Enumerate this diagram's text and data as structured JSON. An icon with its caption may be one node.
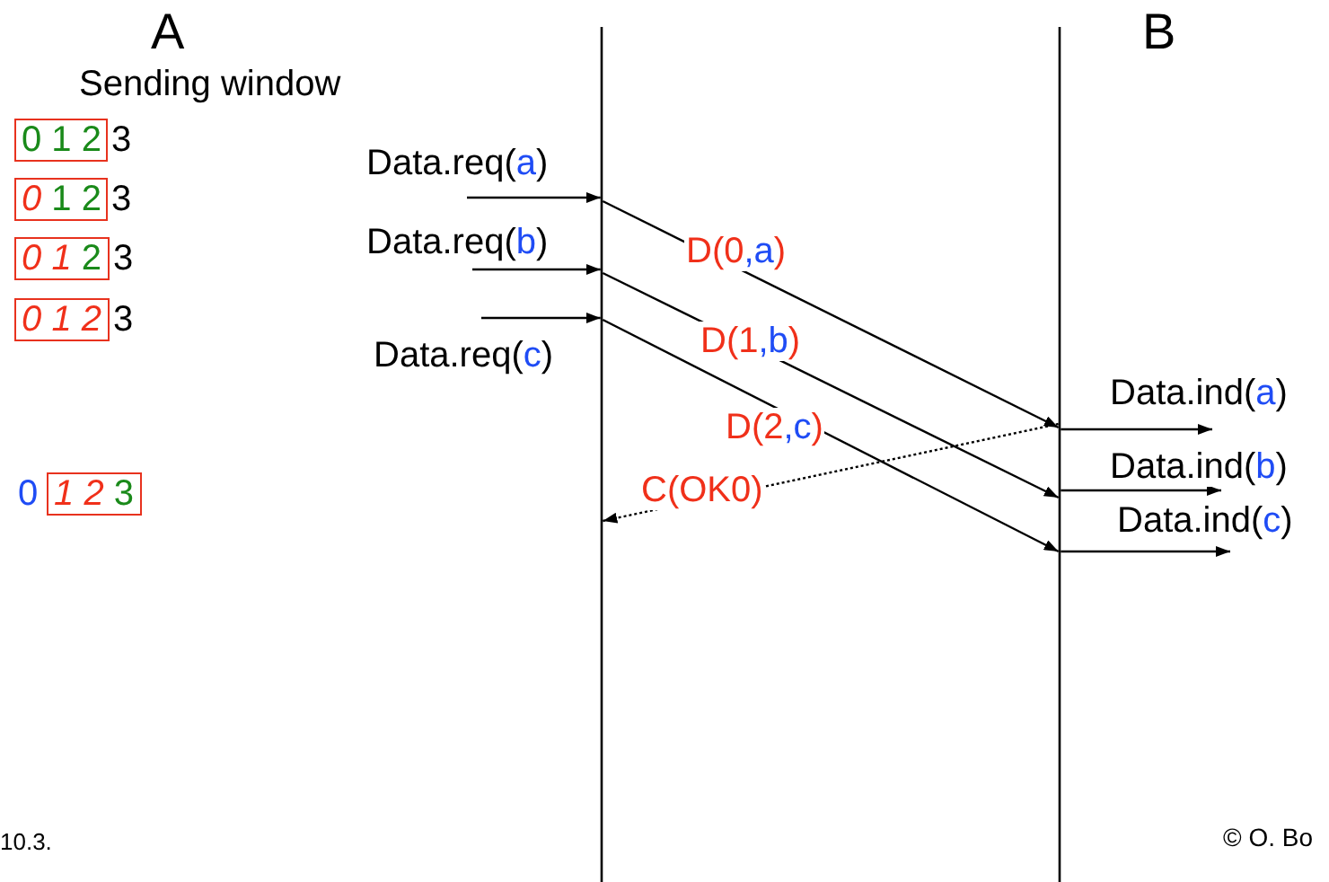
{
  "diagram": {
    "nodes": [
      {
        "text": [],
        "shape": "bar"
      },
      {
        "text": [],
        "shape": "bar"
      },
      {
        "text": [
          "0 1 2"
        ],
        "beside": [
          "3"
        ]
      },
      {
        "text": [
          "*0* 1 2"
        ],
        "beside": [
          "3"
        ]
      },
      {
        "text": [
          "*0* *1* 2"
        ],
        "beside": [
          "3"
        ]
      },
      {
        "text": [
          "*0* *1* *2*"
        ],
        "beside": [
          "3"
        ]
      },
      {
        "text": [
          "*1* *2* 3"
        ],
        "beside": [
          "0"
        ]
      }
    ],
    "edges": [
      {
        "from": null,
        "to": 0,
        "arrow": "to",
        "label": "Data.req(a)"
      },
      {
        "from": null,
        "to": 0,
        "arrow": "to",
        "label": "Data.req(b)"
      },
      {
        "from": null,
        "to": 0,
        "arrow": "to",
        "label": "Data.req(c)"
      },
      {
        "from": 0,
        "to": 1,
        "arrow": "to",
        "label": "D(0,a)"
      },
      {
        "from": 0,
        "to": 1,
        "arrow": "to",
        "label": "D(1,b)"
      },
      {
        "from": 0,
        "to": 1,
        "arrow": "to",
        "label": "D(2,c)"
      },
      {
        "from": 1,
        "to": 0,
        "arrow": "to",
        "label": "C(OK0)",
        "style": "dashed"
      },
      {
        "from": 1,
        "to": null,
        "arrow": "to",
        "label": "Data.ind(a)"
      },
      {
        "from": 1,
        "to": null,
        "arrow": "to",
        "label": "Data.ind(b)"
      },
      {
        "from": 1,
        "to": null,
        "arrow": "to",
        "label": "Data.ind(c)"
      }
    ],
    "labels": [
      "A",
      "Sending window",
      "B",
      "10.3.",
      "© O. Bo"
    ]
  }
}
